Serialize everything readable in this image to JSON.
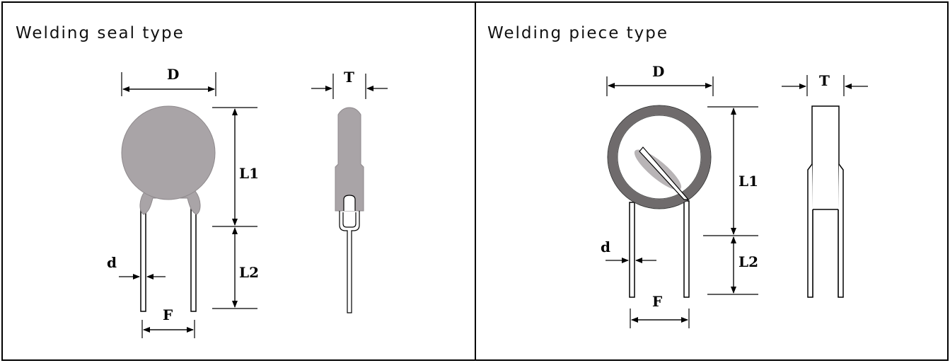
{
  "panels": {
    "left": {
      "title": "Welding seal type"
    },
    "right": {
      "title": "Welding piece type"
    }
  },
  "labels": {
    "D": "D",
    "T": "T",
    "L1": "L1",
    "L2": "L2",
    "d": "d",
    "F": "F"
  },
  "colors": {
    "body_fill": "#a9a4a7",
    "ring_fill": "#6f6b6c",
    "line": "#000000"
  }
}
